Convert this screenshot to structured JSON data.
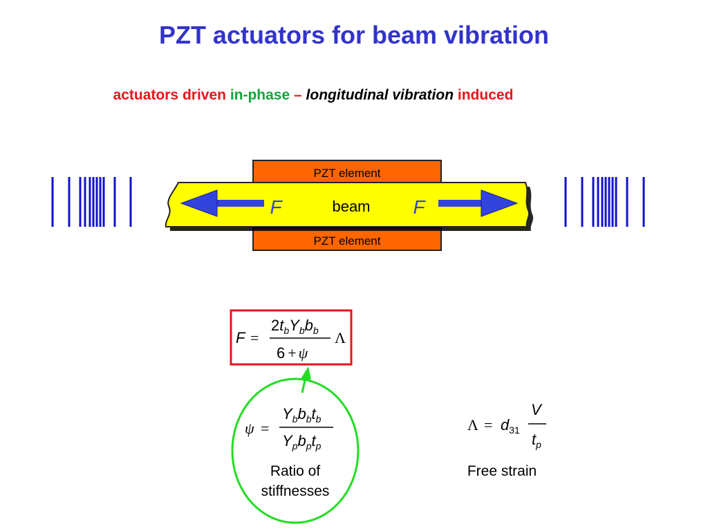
{
  "title": "PZT actuators for beam vibration",
  "subtitle": {
    "part1": "actuators driven",
    "part2": "in-phase",
    "part3": "–",
    "part4": "longitudinal vibration",
    "part5": "induced"
  },
  "beam": {
    "label": "beam",
    "pzt_top": "PZT element",
    "pzt_bottom": "PZT element",
    "force_left": "F",
    "force_right": "F"
  },
  "equations": {
    "force": {
      "lhs": "F",
      "num_coef": "2",
      "denom": "6",
      "lambda": "Λ",
      "psi": "ψ"
    },
    "psi": {
      "lhs": "ψ"
    },
    "lambda": {
      "lhs": "Λ",
      "d": "d",
      "d_sub": "31",
      "V": "V"
    }
  },
  "captions": {
    "ratio_line1": "Ratio of",
    "ratio_line2": "stiffnesses",
    "free_strain": "Free strain"
  },
  "colors": {
    "title": "#3333cc",
    "beam": "#ffff00",
    "pzt": "#ff6600",
    "arrow": "#3344dd",
    "stripes": "#1111cc",
    "box": "#e8141a",
    "circle": "#22dd22"
  }
}
